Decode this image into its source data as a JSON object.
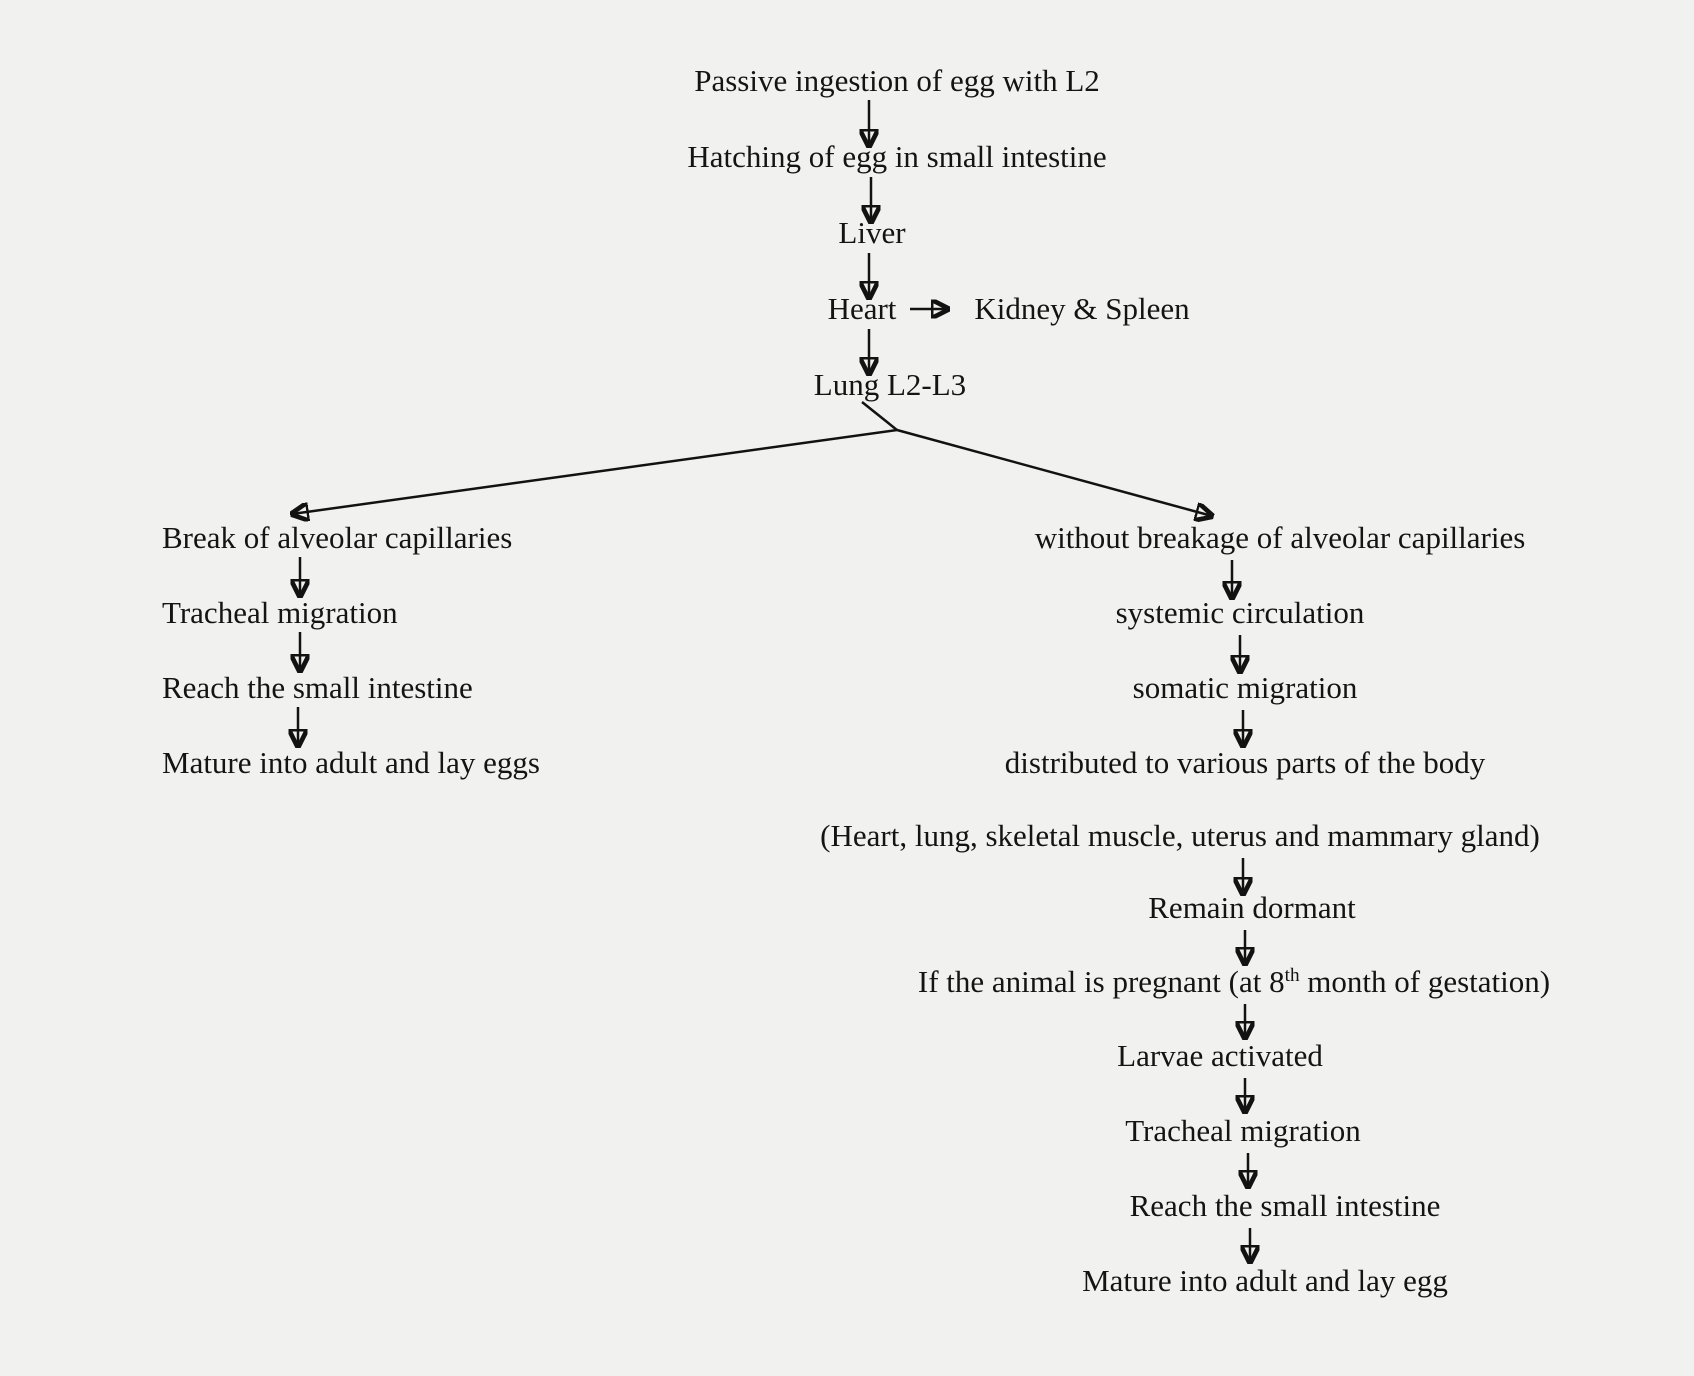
{
  "diagram": {
    "title": "Parasite life cycle flowchart",
    "colors": {
      "background": "#f1f1ef",
      "text": "#141414",
      "arrow": "#121212"
    },
    "top_chain": {
      "passive_ingestion": "Passive ingestion of egg with L2",
      "hatching": "Hatching of egg in small intestine",
      "liver": "Liver",
      "heart": "Heart",
      "kidney_spleen": "Kidney & Spleen",
      "lung": "Lung L2-L3"
    },
    "left_branch": {
      "break_capillaries": "Break of alveolar capillaries",
      "tracheal_migration": "Tracheal migration",
      "reach_small_intestine": "Reach the small intestine",
      "mature_lay_eggs": "Mature into adult and lay eggs"
    },
    "right_branch": {
      "without_breakage": "without breakage of alveolar capillaries",
      "systemic_circulation": "systemic circulation",
      "somatic_migration": "somatic migration",
      "distributed": "distributed to various parts of the body",
      "organs": "(Heart, lung, skeletal muscle, uterus and mammary gland)",
      "remain_dormant": "Remain dormant",
      "pregnant_prefix": "If the animal is pregnant (at 8",
      "pregnant_sup": "th",
      "pregnant_suffix": " month of gestation)",
      "larvae_activated": "Larvae activated",
      "tracheal_migration": "Tracheal migration",
      "reach_small_intestine": "Reach the small intestine",
      "mature_lay_egg": "Mature into adult and lay egg"
    }
  }
}
